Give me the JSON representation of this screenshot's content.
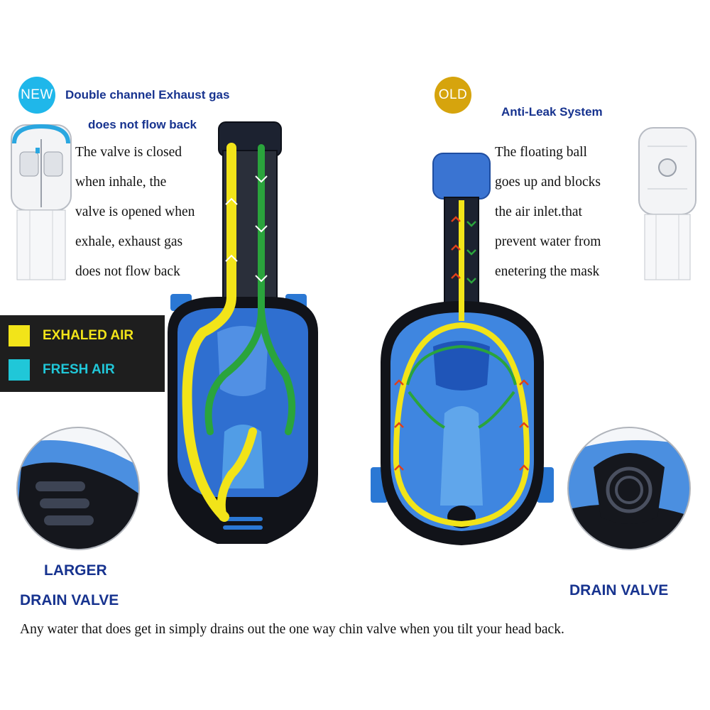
{
  "left_panel": {
    "badge": "NEW",
    "headline_line1": "Double channel Exhaust gas",
    "headline_line2": "does not flow back",
    "description": [
      "The valve is closed",
      "when inhale, the",
      "valve is opened when",
      "exhale, exhaust gas",
      "does not flow back"
    ],
    "drain_label_line1": "LARGER",
    "drain_label_line2": "DRAIN VALVE"
  },
  "right_panel": {
    "badge": "OLD",
    "headline": "Anti-Leak System",
    "description": [
      "The floating ball",
      "goes up and blocks",
      "the air inlet.that",
      "prevent water from",
      "enetering the mask"
    ],
    "drain_label": "DRAIN VALVE"
  },
  "legend": {
    "items": [
      {
        "label": "EXHALED AIR",
        "color": "#f2e419"
      },
      {
        "label": "FRESH AIR",
        "color": "#20c7d8"
      }
    ]
  },
  "caption": "Any water that does get in simply drains out the one way chin valve when you tilt your head back.",
  "colors": {
    "brand_blue": "#17338f",
    "new_badge": "#1fb7ea",
    "old_badge": "#d6a40d",
    "mask_blue": "#2f6fd0",
    "exhaled_air": "#f2e419",
    "fresh_air_arrows": "#2aa43c",
    "old_flow_arrows": "#e0401a"
  }
}
